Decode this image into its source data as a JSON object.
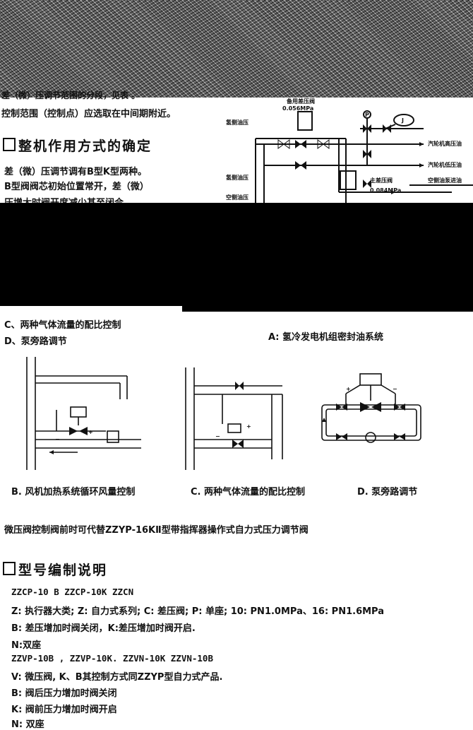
{
  "top": {
    "line_cut": "差（微）压调节范围的分段，见表 。",
    "line2": "控制范围（控制点）应选取在中间期附近。"
  },
  "section1": {
    "heading": "整机作用方式的确定",
    "p1": "差（微）压调节调有B型K型两种。",
    "p2": "B型阀阀芯初始位置常开，差（微）",
    "p3_cut": "压增大时阀开度减少甚至闭合"
  },
  "diagram_a": {
    "labels": {
      "backup_valve": "备用差压阀",
      "backup_pressure": "0.056MPa",
      "hydrogen_oil_pressure_1": "氢侧油压",
      "hydrogen_oil_pressure_2": "氢侧油压",
      "air_oil_pressure": "空侧油压",
      "main_valve": "主差压阀",
      "main_pressure": "0.084MPa",
      "turbine_high": "汽轮机高压油",
      "turbine_low": "汽轮机低压油",
      "air_pump_inlet": "空侧油泵进油",
      "p_mark": "P",
      "j_mark": "J"
    },
    "caption": "A: 氢冷发电机组密封油系统"
  },
  "list": {
    "item_c": "C、两种气体流量的配比控制",
    "item_d": "D、泵旁路调节"
  },
  "diagram_captions": {
    "b": "B. 风机加热系统循环风量控制",
    "c": "C. 两种气体流量的配比控制",
    "d": "D. 泵旁路调节"
  },
  "note": "微压阀控制阀前时可代替ZZYP-16KⅡ型带指挥器操作式自力式压力调节阀",
  "section2": {
    "heading": "型号编制说明",
    "lines": [
      "ZZCP-10 B    ZZCP-10K   ZZCN",
      "Z: 执行器大类; Z: 自力式系列; C: 差压阀; P: 单座; 10: PN1.0MPa、16: PN1.6MPa",
      "B: 差压增加时阀关闭，K:差压增加时阀开启.",
      "N:双座",
      "ZZVP-10B ,  ZZVP-10K.    ZZVN-10K   ZZVN-10B",
      "V: 微压阀,  K、B其控制方式同ZZYP型自力式产品.",
      "B: 阀后压力增加时阀关闭",
      "K: 阀前压力增加时阀开启",
      "N: 双座"
    ]
  }
}
